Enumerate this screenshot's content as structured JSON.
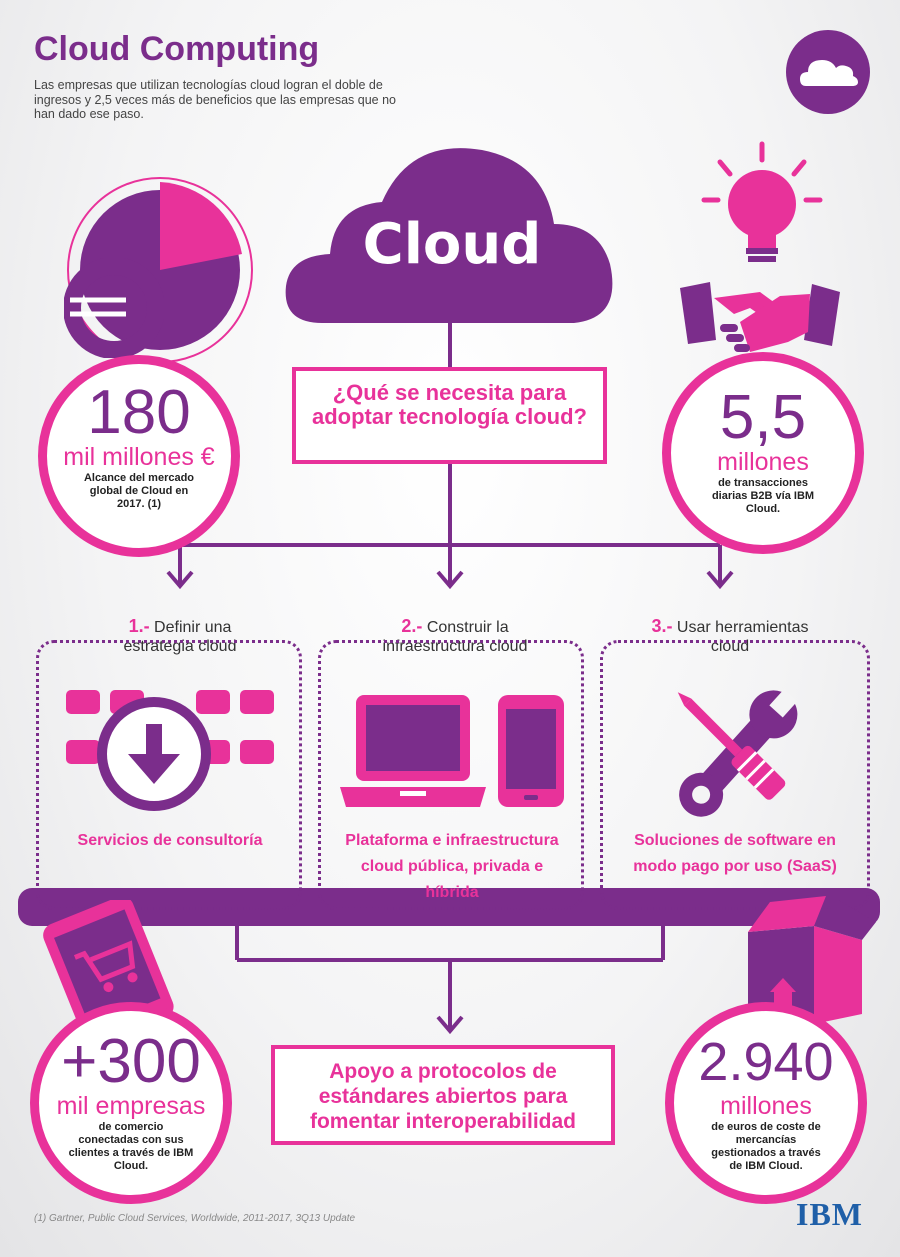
{
  "header": {
    "title": "Cloud Computing",
    "subtitle": "Las empresas que utilizan tecnologías cloud logran el doble de ingresos y 2,5 veces más de beneficios que las empresas que no han dado ese paso."
  },
  "cloud_label": "Cloud",
  "question": "¿Qué se necesita para adoptar tecnología cloud?",
  "stats": {
    "market": {
      "number": "180",
      "unit": "mil millones €",
      "desc": "Alcance del mercado global de Cloud en 2017. (1)"
    },
    "transactions": {
      "number": "5,5",
      "unit": "millones",
      "desc": "de transacciones diarias B2B vía IBM Cloud."
    },
    "companies": {
      "number": "+300",
      "unit": "mil empresas",
      "desc": "de comercio conectadas con sus clientes a través de IBM Cloud."
    },
    "goods": {
      "number": "2.940",
      "unit": "millones",
      "desc": "de euros de coste de mercancías gestionados a través de IBM Cloud."
    }
  },
  "steps": [
    {
      "num": "1.-",
      "title_l1": "Definir una",
      "title_l2": "estrategia cloud",
      "label": "Servicios de consultoría"
    },
    {
      "num": "2.-",
      "title_l1": "Construir la",
      "title_l2": "infraestructura cloud",
      "label": "Plataforma e infraestructura cloud pública, privada e híbrida"
    },
    {
      "num": "3.-",
      "title_l1": "Usar herramientas",
      "title_l2": "cloud",
      "label": "Soluciones de software en modo pago por uso (SaaS)"
    }
  ],
  "bottom_box": "Apoyo a protocolos de estándares abiertos para fomentar interoperabilidad",
  "footnote": "(1) Gartner, Public Cloud Services, Worldwide, 2011-2017, 3Q13 Update",
  "logo": "IBM",
  "colors": {
    "purple": "#7b2d8b",
    "pink": "#e8329a"
  }
}
